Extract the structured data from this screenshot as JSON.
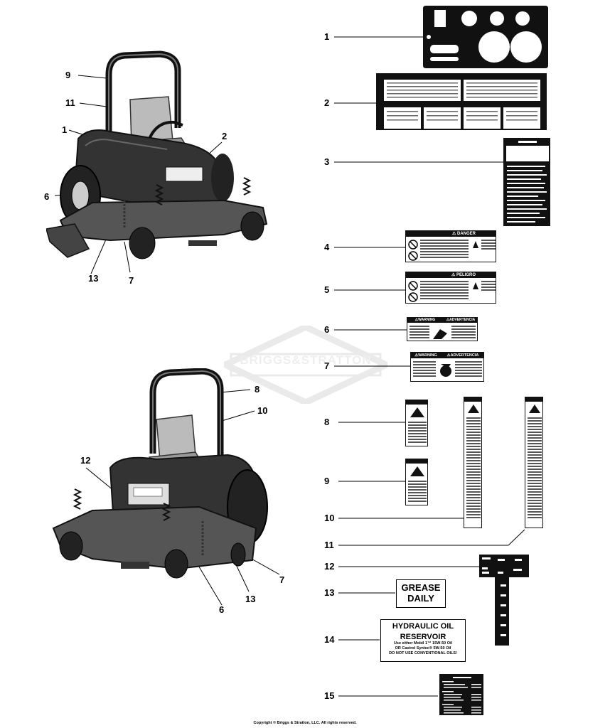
{
  "callouts_left": [
    "9",
    "11",
    "1",
    "2",
    "6",
    "13",
    "7"
  ],
  "callouts_lower": [
    "8",
    "10",
    "12",
    "7",
    "13",
    "6"
  ],
  "callouts_right": [
    "1",
    "2",
    "3",
    "4",
    "5",
    "6",
    "7",
    "8",
    "9",
    "10",
    "11",
    "12",
    "13",
    "14",
    "15"
  ],
  "decals": {
    "grease": {
      "line1": "GREASE",
      "line2": "DAILY"
    },
    "hydraulic": {
      "line1": "HYDRAULIC OIL",
      "line2": "RESERVOIR",
      "line3": "Use either Mobil 1™ 15W-50 Oil",
      "line4": "OR Castrol Syntec® 5W-50 Oil",
      "line5": "DO NOT USE CONVENTIONAL OILS!"
    },
    "danger_header": "⚠ DANGER",
    "peligro_header": "⚠ PELIGRO",
    "warning_header": "⚠WARNING",
    "advertencia_header": "⚠ADVERTENCIA"
  },
  "watermark": "BRIGGS&STRATTON",
  "copyright": "Copyright © Briggs & Stratton, LLC. All rights reserved."
}
